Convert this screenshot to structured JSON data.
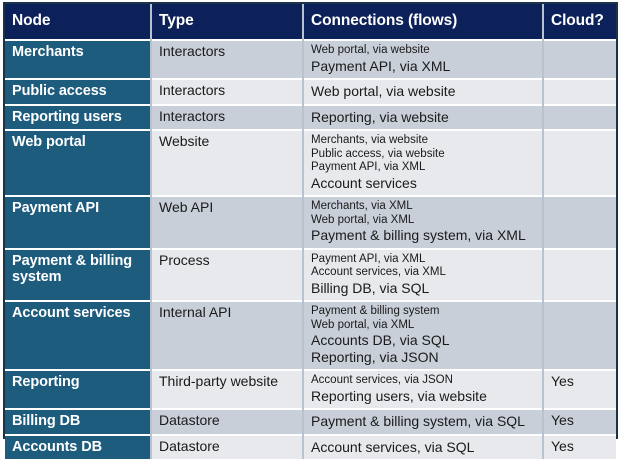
{
  "table": {
    "columns": [
      {
        "key": "node",
        "label": "Node"
      },
      {
        "key": "type",
        "label": "Type"
      },
      {
        "key": "conn",
        "label": "Connections (flows)"
      },
      {
        "key": "cloud",
        "label": "Cloud?"
      }
    ],
    "colors": {
      "header_bg": "#0c2159",
      "node_bg": "#1e5c7e",
      "row_alt_bg": "#c9cfd9",
      "row_plain_bg": "#e7e9ec",
      "gridline": "#b9c2cf",
      "outer_border": "#1b3347",
      "header_text": "#ffffff",
      "node_text": "#ffffff",
      "body_text": "#1a1a1a"
    },
    "rows": [
      {
        "node": "Merchants",
        "type": "Interactors",
        "connections": [
          "Web portal, via website",
          "Payment API, via XML"
        ],
        "emphasis_from": 1,
        "cloud": ""
      },
      {
        "node": "Public access",
        "type": "Interactors",
        "connections": [
          "Web portal, via website"
        ],
        "emphasis_from": 0,
        "cloud": ""
      },
      {
        "node": "Reporting users",
        "type": "Interactors",
        "connections": [
          "Reporting, via website"
        ],
        "emphasis_from": 0,
        "cloud": ""
      },
      {
        "node": "Web portal",
        "type": "Website",
        "connections": [
          "Merchants, via website",
          "Public access, via website",
          "Payment API, via XML",
          "Account services"
        ],
        "emphasis_from": 3,
        "cloud": ""
      },
      {
        "node": "Payment API",
        "type": "Web API",
        "connections": [
          "Merchants, via XML",
          "Web portal, via XML",
          "Payment & billing system, via XML"
        ],
        "emphasis_from": 2,
        "cloud": ""
      },
      {
        "node": "Payment & billing system",
        "type": "Process",
        "connections": [
          "Payment API, via XML",
          "Account services, via XML",
          "Billing DB, via SQL"
        ],
        "emphasis_from": 2,
        "cloud": ""
      },
      {
        "node": "Account services",
        "type": "Internal API",
        "connections": [
          "Payment & billing system",
          "Web portal, via XML",
          "Accounts DB, via SQL",
          "Reporting, via JSON"
        ],
        "emphasis_from": 2,
        "cloud": ""
      },
      {
        "node": "Reporting",
        "type": "Third-party website",
        "connections": [
          "Account services, via JSON",
          "Reporting users, via website"
        ],
        "emphasis_from": 1,
        "cloud": "Yes"
      },
      {
        "node": "Billing DB",
        "type": "Datastore",
        "connections": [
          "Payment & billing system, via SQL"
        ],
        "emphasis_from": 0,
        "cloud": "Yes"
      },
      {
        "node": "Accounts DB",
        "type": "Datastore",
        "connections": [
          "Account services, via SQL"
        ],
        "emphasis_from": 0,
        "cloud": "Yes"
      }
    ]
  }
}
